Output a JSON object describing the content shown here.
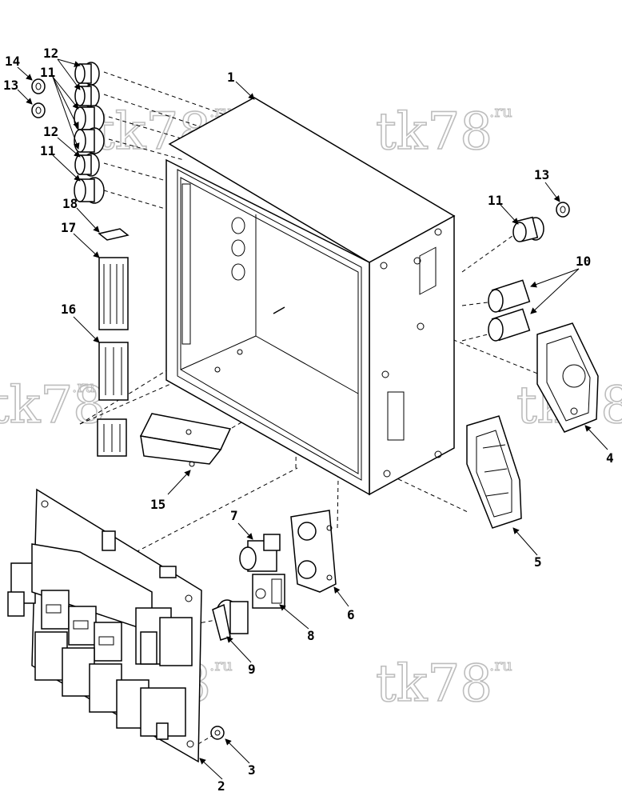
{
  "watermark": {
    "brand": "tk78",
    "suffix": ".ru"
  },
  "labels": [
    {
      "id": "c1",
      "text": "1"
    },
    {
      "id": "c2",
      "text": "2"
    },
    {
      "id": "c3",
      "text": "3"
    },
    {
      "id": "c4",
      "text": "4"
    },
    {
      "id": "c5",
      "text": "5"
    },
    {
      "id": "c6",
      "text": "6"
    },
    {
      "id": "c7",
      "text": "7"
    },
    {
      "id": "c8",
      "text": "8"
    },
    {
      "id": "c9",
      "text": "9"
    },
    {
      "id": "c10",
      "text": "10"
    },
    {
      "id": "c11a",
      "text": "11"
    },
    {
      "id": "c11b",
      "text": "11"
    },
    {
      "id": "c11c",
      "text": "11"
    },
    {
      "id": "c12a",
      "text": "12"
    },
    {
      "id": "c12b",
      "text": "12"
    },
    {
      "id": "c13a",
      "text": "13"
    },
    {
      "id": "c13b",
      "text": "13"
    },
    {
      "id": "c14",
      "text": "14"
    },
    {
      "id": "c15",
      "text": "15"
    },
    {
      "id": "c16",
      "text": "16"
    },
    {
      "id": "c17",
      "text": "17"
    },
    {
      "id": "c18",
      "text": "18"
    }
  ]
}
